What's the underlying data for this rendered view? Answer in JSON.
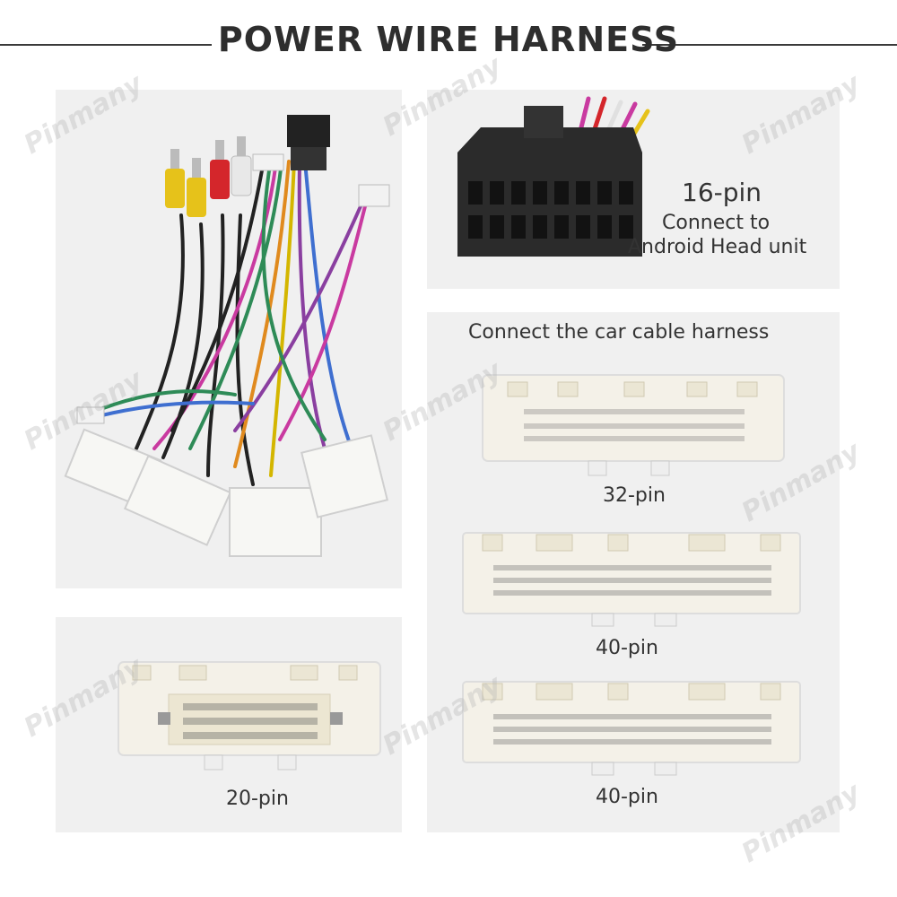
{
  "header": {
    "title": "POWER WIRE HARNESS"
  },
  "connector16": {
    "pins": "16-pin",
    "line1": "Connect to",
    "line2": "Android Head unit"
  },
  "car_harness": {
    "caption": "Connect the car cable harness",
    "c32": "32-pin",
    "c40a": "40-pin",
    "c40b": "40-pin"
  },
  "connector20": {
    "pins": "20-pin"
  },
  "watermark": {
    "text": "Pinmany"
  },
  "colors": {
    "panel": "#f0f0f0",
    "connector_white": "#f4f1e8",
    "connector_black": "#2b2b2b",
    "title": "#2e2e2e"
  }
}
